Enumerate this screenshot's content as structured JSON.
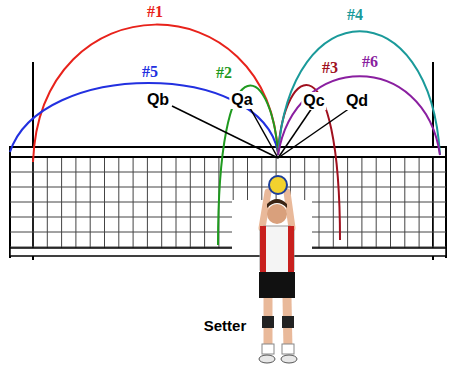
{
  "diagram": {
    "labels": [
      "#1",
      "#5",
      "#2",
      "#3",
      "#4",
      "#6",
      "Qb",
      "Qa",
      "Qc",
      "Qd",
      "Setter"
    ]
  }
}
